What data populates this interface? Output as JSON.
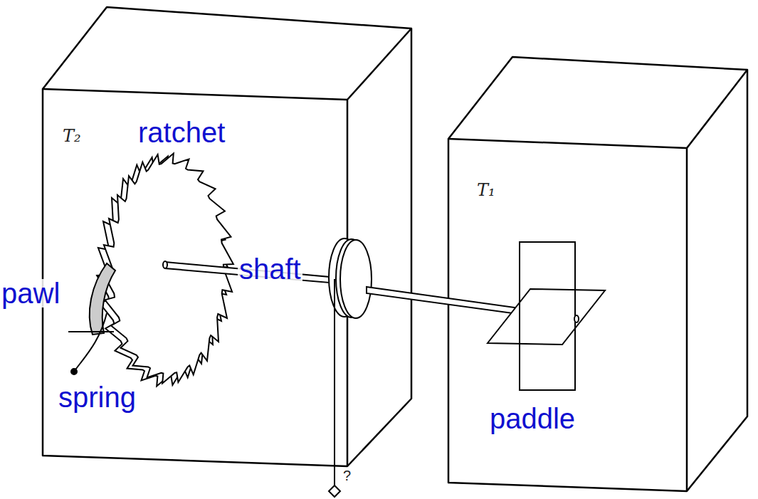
{
  "diagram": {
    "nodes": [
      {
        "text": [
          "T₂"
        ]
      },
      {
        "text": [
          "T₁"
        ]
      }
    ],
    "labels": [
      "ratchet",
      "shaft",
      "pawl",
      "spring",
      "paddle",
      "?"
    ]
  }
}
